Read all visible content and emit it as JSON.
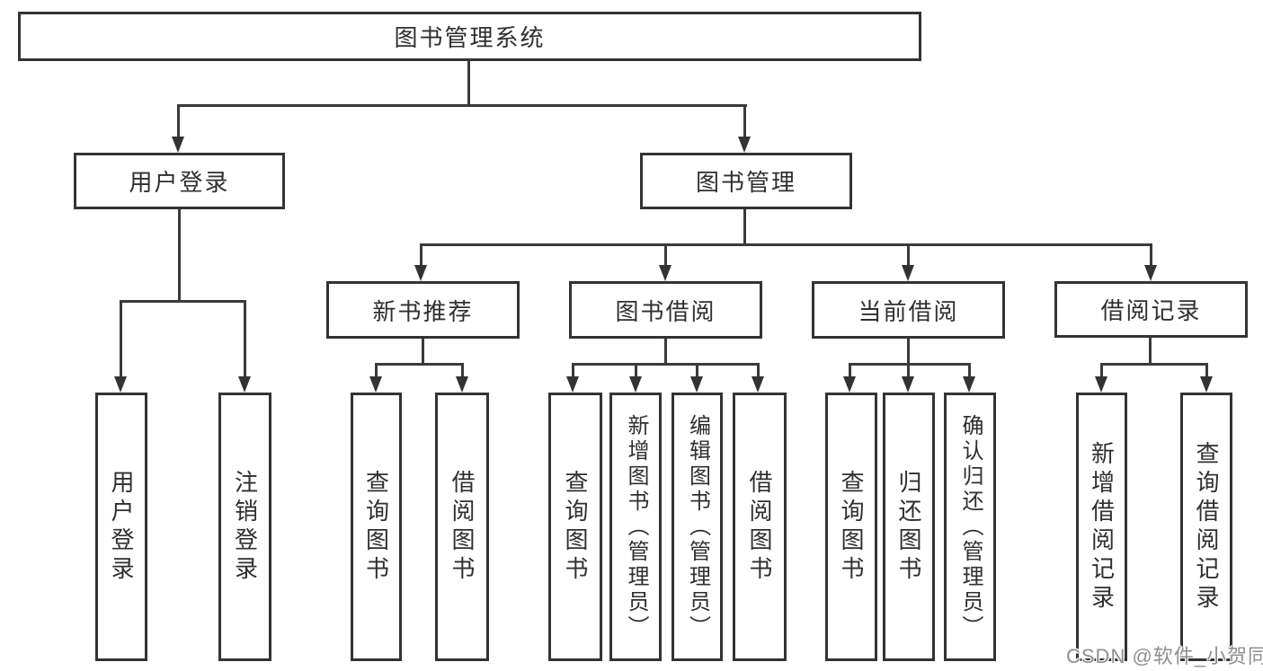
{
  "colors": {
    "background": "#ffffff",
    "box_border": "#333333",
    "connector_line": "#3a3a3a",
    "text": "#2f2f2f",
    "watermark_text": "#8f8f8f"
  },
  "watermark": "CSDN @软件_小贺同学",
  "nodes": {
    "root": "图书管理系统",
    "user_login": "用户登录",
    "book_management": "图书管理",
    "new_book_recommend": "新书推荐",
    "book_borrow": "图书借阅",
    "current_borrow": "当前借阅",
    "borrow_record": "借阅记录",
    "leaves": {
      "user_login": [
        "用户登录",
        "注销登录"
      ],
      "new_book_recommend": [
        "查询图书",
        "借阅图书"
      ],
      "book_borrow": [
        "查询图书",
        "新增图书（管理员）",
        "编辑图书（管理员）",
        "借阅图书"
      ],
      "current_borrow": [
        "查询图书",
        "归还图书",
        "确认归还（管理员）"
      ],
      "borrow_record": [
        "新增借阅记录",
        "查询借阅记录"
      ]
    }
  }
}
